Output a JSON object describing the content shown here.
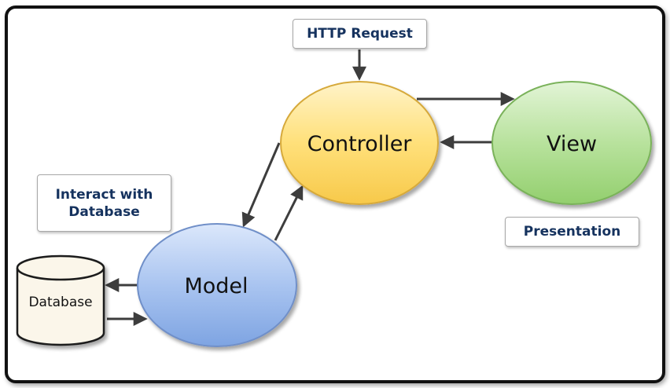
{
  "nodes": {
    "controller": "Controller",
    "view": "View",
    "model": "Model",
    "database": "Database"
  },
  "labels": {
    "http_request": "HTTP Request",
    "interact_database": "Interact with Database",
    "presentation": "Presentation"
  }
}
